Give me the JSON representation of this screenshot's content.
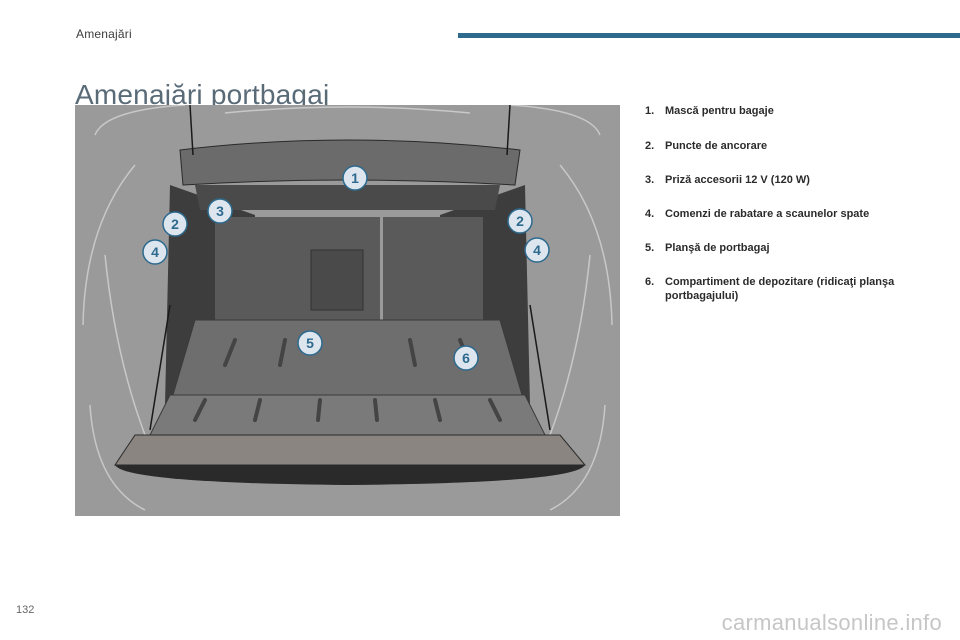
{
  "header": {
    "section": "Amenajări"
  },
  "page_title": "Amenajări portbagaj",
  "figure": {
    "callouts": [
      "1",
      "2",
      "3",
      "4",
      "2",
      "4",
      "5",
      "6"
    ],
    "colors": {
      "background": "#9a9a9a",
      "callout_fill": "#dde6ee",
      "callout_text": "#2d6a8e"
    }
  },
  "legend": [
    {
      "num": "1.",
      "text": "Mască pentru bagaje"
    },
    {
      "num": "2.",
      "text": "Puncte de ancorare"
    },
    {
      "num": "3.",
      "text": "Priză accesorii 12 V (120 W)"
    },
    {
      "num": "4.",
      "text": "Comenzi de rabatare a scaunelor spate"
    },
    {
      "num": "5.",
      "text": "Planşă de portbagaj"
    },
    {
      "num": "6.",
      "text": "Compartiment de depozitare (ridicaţi planşa portbagajului)"
    }
  ],
  "footer": {
    "page_number": "132",
    "watermark": "carmanualsonline.info"
  },
  "colors": {
    "accent": "#2d6a8e",
    "title": "#5a6b78"
  }
}
